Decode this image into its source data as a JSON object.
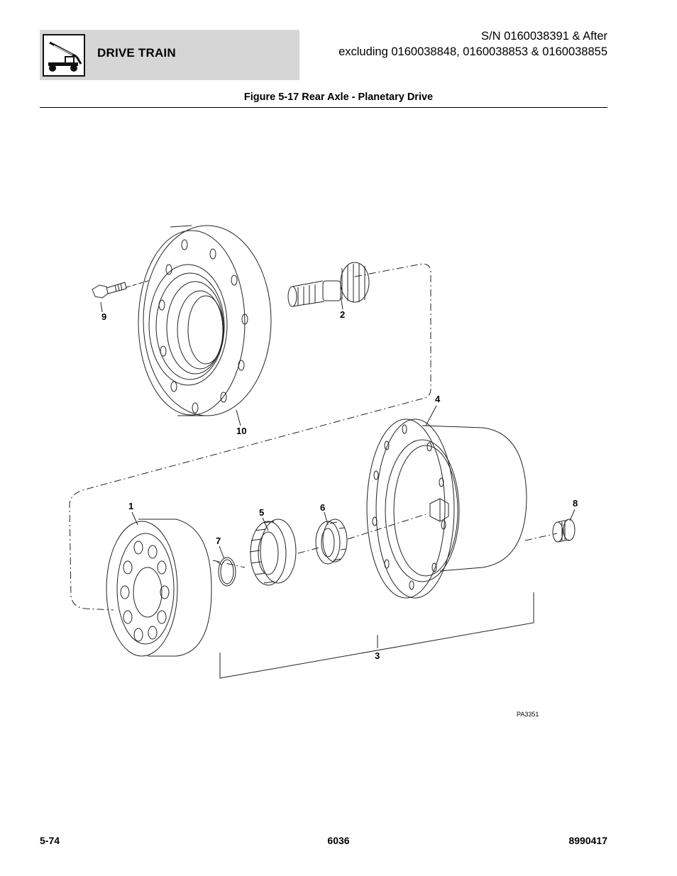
{
  "header": {
    "section_title": "DRIVE TRAIN",
    "serial_line1": "S/N 0160038391 & After",
    "serial_line2": "excluding 0160038848, 0160038853 & 0160038855",
    "logo_icon": "telehandler-machine-icon"
  },
  "figure": {
    "title": "Figure 5-17 Rear Axle - Planetary Drive",
    "art_code": "PA3351",
    "callouts": {
      "c1": "1",
      "c2": "2",
      "c3": "3",
      "c4": "4",
      "c5": "5",
      "c6": "6",
      "c7": "7",
      "c8": "8",
      "c9": "9",
      "c10": "10"
    }
  },
  "footer": {
    "page_number": "5-74",
    "model": "6036",
    "manual_number": "8990417"
  }
}
